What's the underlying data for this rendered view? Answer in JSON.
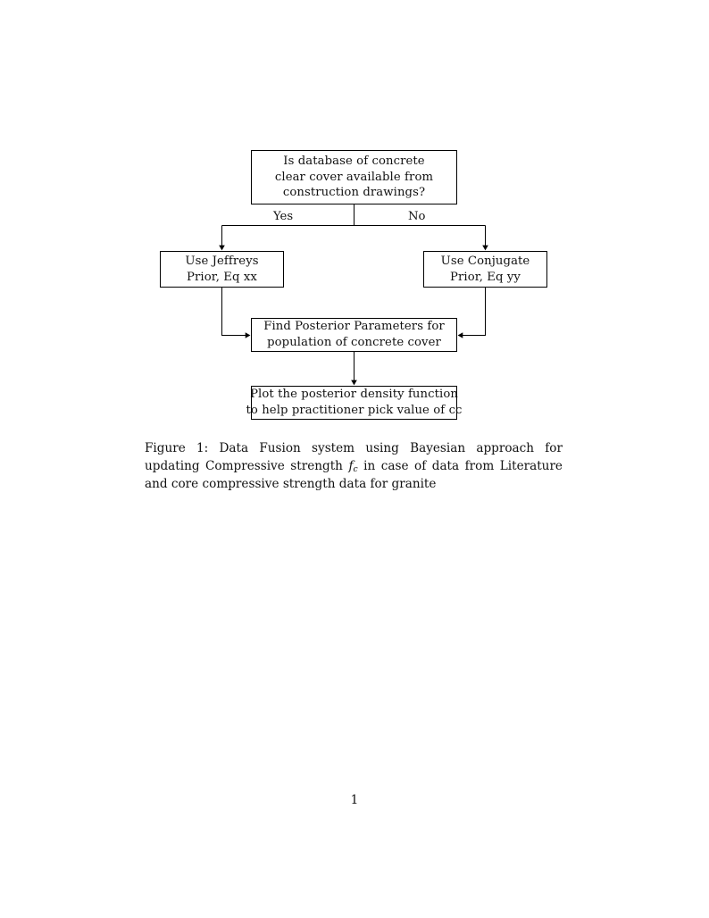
{
  "document": {
    "page_number": "1",
    "background_color": "#ffffff",
    "text_color": "#111111",
    "line_color": "#000000"
  },
  "flowchart": {
    "nodes": {
      "decision": {
        "name": "decision-node",
        "shape": "rectangle",
        "lines": [
          "Is database of concrete",
          "clear cover available from",
          "construction drawings?"
        ]
      },
      "jeffreys": {
        "name": "jeffreys-prior-node",
        "shape": "rectangle",
        "lines": [
          "Use Jeffreys",
          "Prior, Eq xx"
        ]
      },
      "conjugate": {
        "name": "conjugate-prior-node",
        "shape": "rectangle",
        "lines": [
          "Use Conjugate",
          "Prior, Eq yy"
        ]
      },
      "posterior": {
        "name": "find-posterior-node",
        "shape": "rectangle",
        "lines": [
          "Find Posterior Parameters for",
          "population of concrete cover"
        ]
      },
      "plot": {
        "name": "plot-density-node",
        "shape": "rectangle",
        "lines": [
          "Plot the posterior density function",
          "to help practitioner pick value of cc"
        ]
      }
    },
    "edge_labels": {
      "yes": "Yes",
      "no": "No"
    }
  },
  "caption": {
    "label": "Figure 1:",
    "text_before_math": " Data Fusion system using Bayesian approach for updating Compressive strength ",
    "math_base": "f",
    "math_sub": "c",
    "text_after_math": " in case of data from Literature and core compressive strength data for granite"
  }
}
